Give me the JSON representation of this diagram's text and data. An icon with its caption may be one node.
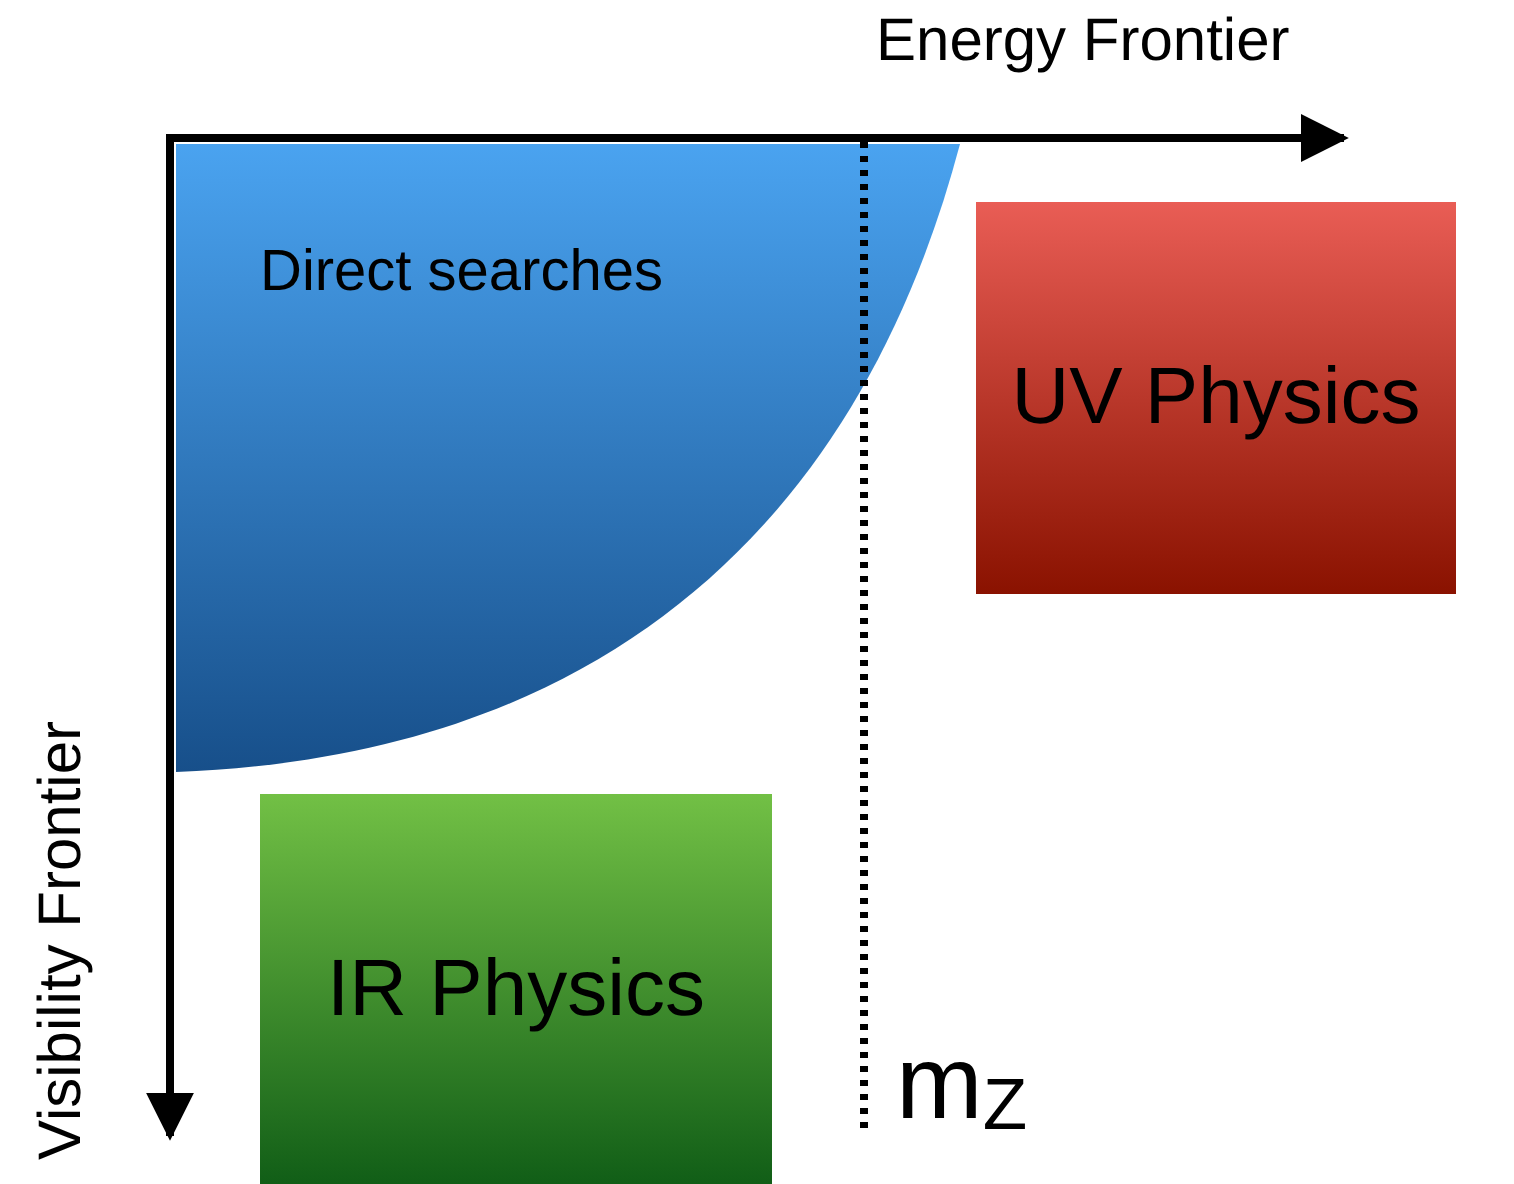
{
  "diagram": {
    "nodes": [
      {
        "text": [
          "Direct searches"
        ]
      },
      {
        "text": [
          "UV Physics"
        ]
      },
      {
        "text": [
          "IR Physics"
        ]
      }
    ],
    "labels": [
      "Energy Frontier",
      "Visibility Frontier",
      "m$_{Z}$"
    ]
  }
}
